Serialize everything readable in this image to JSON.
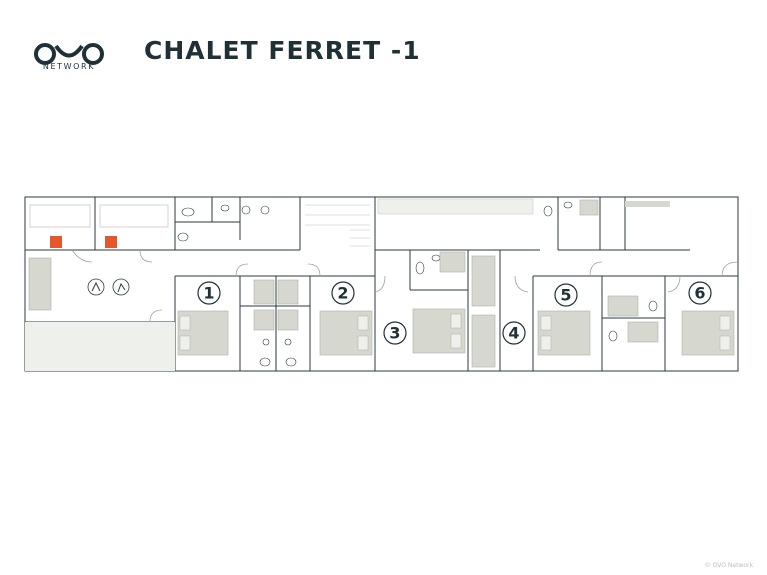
{
  "brand": {
    "name": "NETWORK"
  },
  "title": "CHALET FERRET -1",
  "rooms": [
    {
      "number": "1"
    },
    {
      "number": "2"
    },
    {
      "number": "3"
    },
    {
      "number": "4"
    },
    {
      "number": "5"
    },
    {
      "number": "6"
    }
  ],
  "credit": "© OVO Network",
  "colors": {
    "wall": "#2b3a3f",
    "fixture": "#d6d8cf",
    "sauna_heater": "#e4572e",
    "text": "#1f3136"
  }
}
